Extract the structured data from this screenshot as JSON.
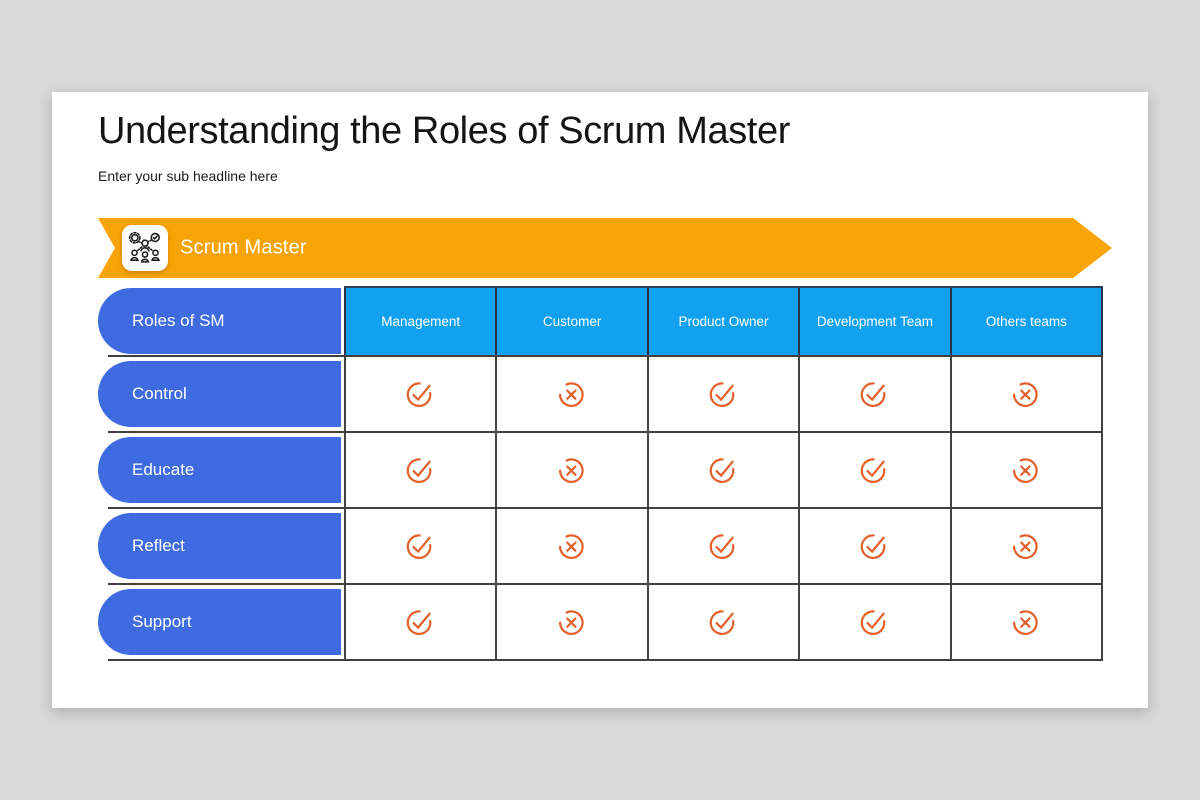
{
  "slide": {
    "title": "Understanding the Roles of Scrum Master",
    "subtitle": "Enter your sub headline here"
  },
  "banner": {
    "label": "Scrum Master",
    "icon": "scrum-team-icon",
    "color": "#f8a307"
  },
  "table": {
    "corner_label": "Roles of SM",
    "columns": [
      "Management",
      "Customer",
      "Product Owner",
      "Development Team",
      "Others teams"
    ],
    "rows": [
      {
        "label": "Control",
        "values": [
          "check",
          "cross",
          "check",
          "check",
          "cross"
        ]
      },
      {
        "label": "Educate",
        "values": [
          "check",
          "cross",
          "check",
          "check",
          "cross"
        ]
      },
      {
        "label": "Reflect",
        "values": [
          "check",
          "cross",
          "check",
          "check",
          "cross"
        ]
      },
      {
        "label": "Support",
        "values": [
          "check",
          "cross",
          "check",
          "check",
          "cross"
        ]
      }
    ],
    "icons": {
      "check": "check-circle-icon",
      "cross": "cross-circle-icon"
    }
  },
  "colors": {
    "background": "#d8d8d8",
    "card": "#ffffff",
    "banner_orange": "#f8a307",
    "pill_blue": "#3e6be0",
    "header_blue": "#12a1ef",
    "mark_orange": "#e2612b",
    "grid_border": "#444444"
  }
}
